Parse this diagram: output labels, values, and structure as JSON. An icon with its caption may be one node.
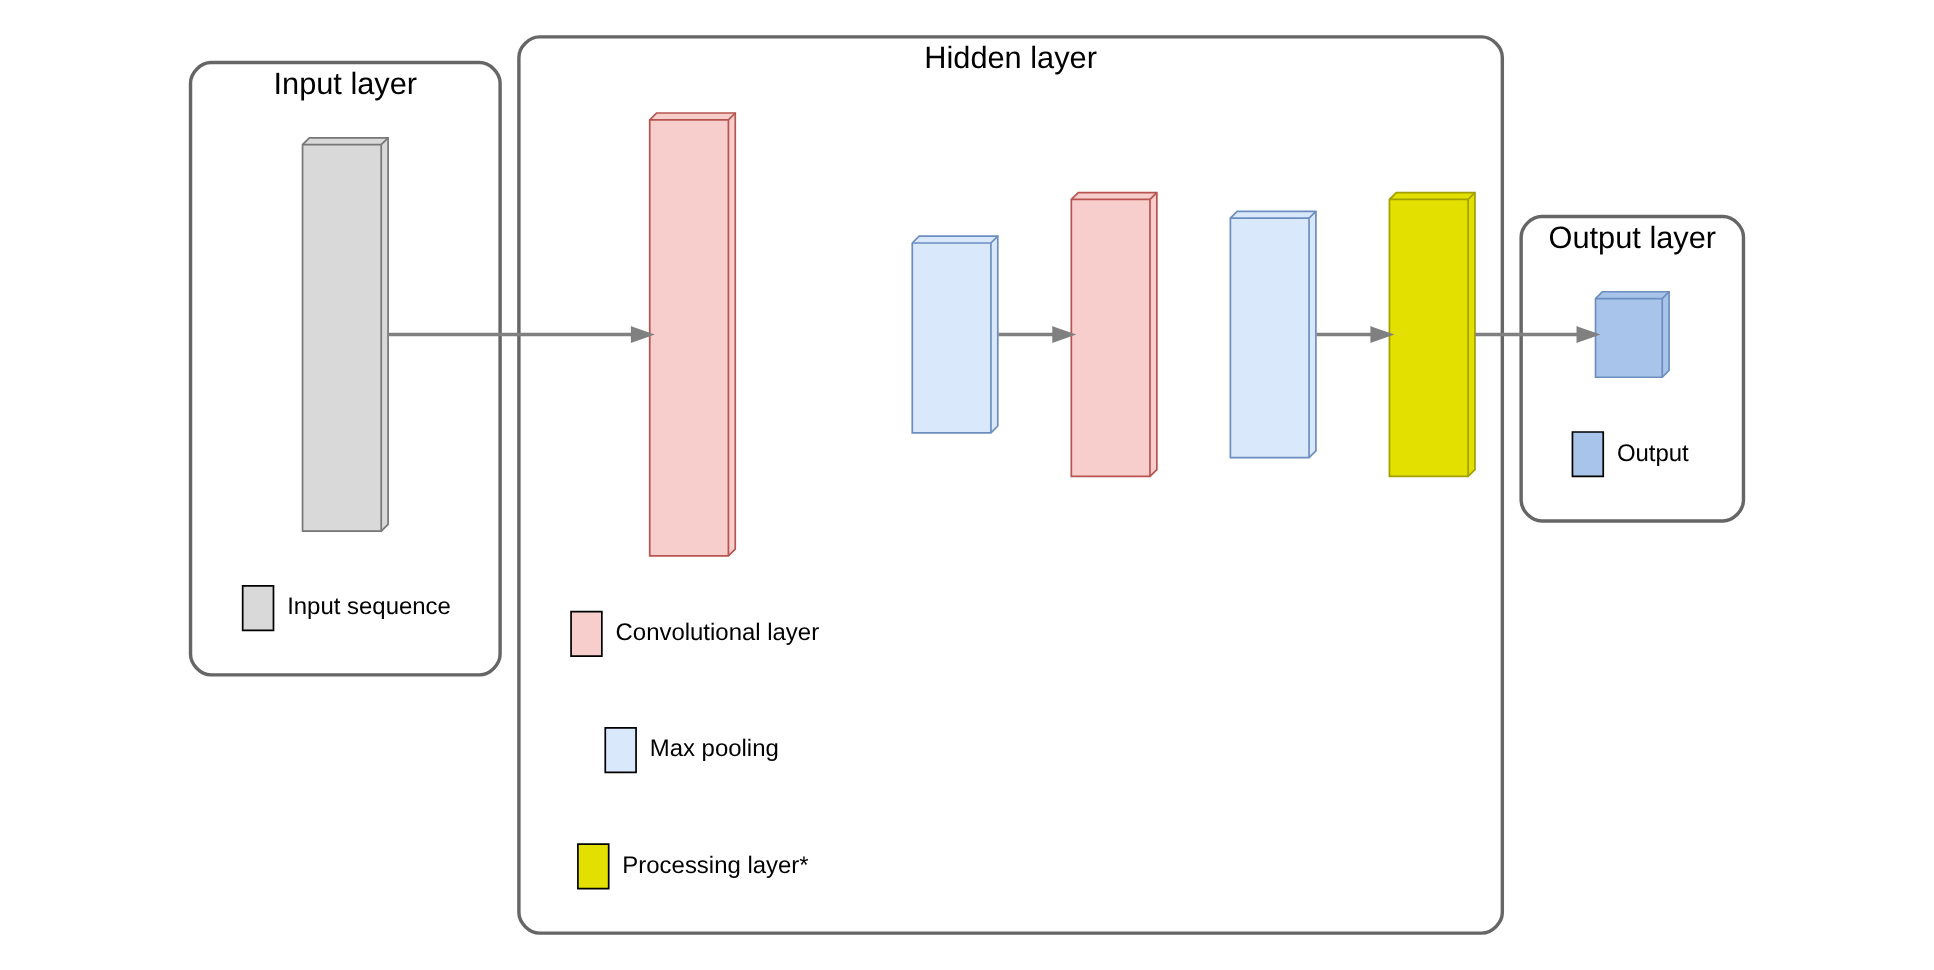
{
  "diagram": {
    "nodes": [
      {
        "text": [
          "Input layer"
        ]
      },
      {
        "text": [],
        "shape": "box",
        "in": 0
      },
      {
        "text": [
          "Hidden layer"
        ]
      },
      {
        "text": [],
        "shape": "box",
        "in": 2
      },
      {
        "text": [],
        "shape": "box",
        "in": 2
      },
      {
        "text": [],
        "shape": "box",
        "in": 2
      },
      {
        "text": [],
        "shape": "box",
        "in": 2
      },
      {
        "text": [],
        "shape": "box",
        "in": 2
      },
      {
        "text": [
          "Output layer"
        ]
      },
      {
        "text": [],
        "shape": "box",
        "in": 8
      }
    ],
    "edges": [
      {
        "from": 1,
        "to": 3,
        "arrow": "to"
      },
      {
        "from": 4,
        "to": 5,
        "arrow": "to"
      },
      {
        "from": 6,
        "to": 7,
        "arrow": "to"
      },
      {
        "from": 7,
        "to": 9,
        "arrow": "to"
      }
    ],
    "legend": [
      {
        "text": "Input sequence",
        "color": "#d9d9d9"
      },
      {
        "text": "Convolutional layer",
        "color": "#f8cecc"
      },
      {
        "text": "Max pooling",
        "color": "#dae8fc"
      },
      {
        "text": "Processing layer*",
        "color": "#e3e000"
      },
      {
        "text": "Output",
        "color": "#a9c4eb"
      }
    ]
  }
}
